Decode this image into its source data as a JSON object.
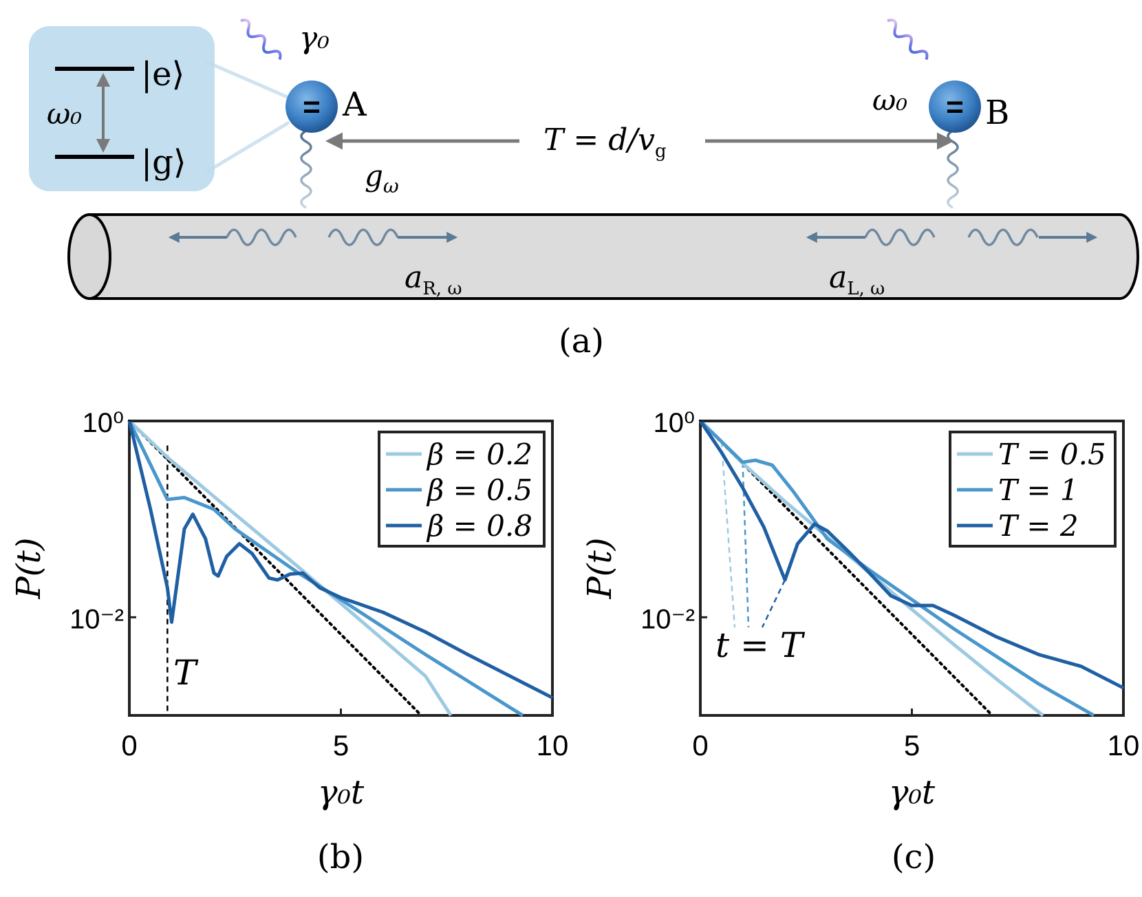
{
  "panel_a": {
    "label": "(a)",
    "level_top": "|e⟩",
    "level_bottom": "|g⟩",
    "level_gap": "ω₀",
    "decay_label": "γ₀",
    "atom_a": "A",
    "atom_b": "B",
    "atom_b_freq": "ω₀",
    "delay_label": "T = d/v",
    "delay_sub": "g",
    "coupling_label": "g",
    "coupling_sub": "ω",
    "mode_right": "a",
    "mode_right_sub": "R, ω",
    "mode_left": "a",
    "mode_left_sub": "L, ω",
    "atom_symbol": "=",
    "colors": {
      "box": "#bcdaec",
      "tube": "#dcdcdc",
      "atom": "#3b7fc4",
      "arrow": "#7a7a7a",
      "wave": "#5a7a96",
      "emit": "#6a6ae0"
    }
  },
  "panel_b": {
    "label": "(b)",
    "annotation": "T"
  },
  "panel_c": {
    "label": "(c)",
    "annotation": "t = T"
  },
  "chart_data": [
    {
      "type": "line",
      "panel": "b",
      "xlabel": "γ₀t",
      "ylabel": "P(t)",
      "xlim": [
        0,
        10
      ],
      "ylim_log10": [
        -3,
        0
      ],
      "y_scale": "log",
      "xticks": [
        "0",
        "5",
        "10"
      ],
      "yticks": [
        "10⁰",
        "10⁻²"
      ],
      "legend_position": "top-right",
      "reference": {
        "style": "black dotted",
        "x": [
          0,
          6.9
        ],
        "y_log10": [
          0,
          -3.0
        ]
      },
      "marker_line": {
        "style": "black dashed",
        "x": 0.9
      },
      "series": [
        {
          "name": "β = 0.2",
          "color": "#9ecae1",
          "x": [
            0,
            0.9,
            2,
            3,
            4,
            5,
            6,
            7,
            7.6
          ],
          "y_log10": [
            0,
            -0.37,
            -0.77,
            -1.13,
            -1.49,
            -1.86,
            -2.23,
            -2.6,
            -3.0
          ]
        },
        {
          "name": "β = 0.5",
          "color": "#4a97cc",
          "x": [
            0,
            0.9,
            1.3,
            2,
            2.5,
            3,
            4,
            5,
            6,
            7,
            8,
            9,
            9.3
          ],
          "y_log10": [
            0,
            -0.8,
            -0.78,
            -0.9,
            -1.1,
            -1.25,
            -1.55,
            -1.82,
            -2.1,
            -2.38,
            -2.65,
            -2.92,
            -3.0
          ]
        },
        {
          "name": "β = 0.8",
          "color": "#1f5fa3",
          "x": [
            0,
            0.5,
            0.9,
            1.0,
            1.3,
            1.5,
            1.8,
            2.0,
            2.1,
            2.3,
            2.6,
            2.9,
            3.3,
            3.5,
            3.8,
            4.1,
            4.5,
            5,
            6,
            7,
            8,
            9,
            10
          ],
          "y_log10": [
            0,
            -0.9,
            -1.7,
            -2.05,
            -1.1,
            -0.95,
            -1.2,
            -1.55,
            -1.58,
            -1.38,
            -1.25,
            -1.35,
            -1.6,
            -1.62,
            -1.56,
            -1.55,
            -1.7,
            -1.8,
            -1.95,
            -2.15,
            -2.38,
            -2.6,
            -2.82
          ]
        }
      ]
    },
    {
      "type": "line",
      "panel": "c",
      "xlabel": "γ₀t",
      "ylabel": "P(t)",
      "xlim": [
        0,
        10
      ],
      "ylim_log10": [
        -3,
        0
      ],
      "y_scale": "log",
      "xticks": [
        "0",
        "5",
        "10"
      ],
      "yticks": [
        "10⁰",
        "10⁻²"
      ],
      "legend_position": "top-right",
      "reference": {
        "style": "black dotted",
        "x": [
          0,
          6.9
        ],
        "y_log10": [
          0,
          -3.0
        ]
      },
      "series": [
        {
          "name": "T = 0.5",
          "color": "#9ecae1",
          "x": [
            0,
            0.5,
            1,
            2,
            3,
            4,
            5,
            6,
            7,
            8.1
          ],
          "y_log10": [
            0,
            -0.21,
            -0.43,
            -0.82,
            -1.18,
            -1.55,
            -1.92,
            -2.28,
            -2.63,
            -3.0
          ]
        },
        {
          "name": "T = 1",
          "color": "#4a97cc",
          "x": [
            0,
            1,
            1.3,
            1.7,
            2.2,
            3,
            4,
            5,
            6,
            7,
            8,
            9.3
          ],
          "y_log10": [
            0,
            -0.42,
            -0.4,
            -0.45,
            -0.72,
            -1.2,
            -1.52,
            -1.82,
            -2.12,
            -2.4,
            -2.68,
            -3.0
          ]
        },
        {
          "name": "T = 2",
          "color": "#1f5fa3",
          "x": [
            0,
            0.5,
            1,
            1.5,
            2.0,
            2.3,
            2.7,
            3.0,
            3.5,
            4,
            4.5,
            5,
            5.5,
            6,
            7,
            8,
            9,
            10
          ],
          "y_log10": [
            0,
            -0.32,
            -0.68,
            -1.08,
            -1.62,
            -1.25,
            -1.05,
            -1.12,
            -1.33,
            -1.55,
            -1.78,
            -1.88,
            -1.88,
            -1.98,
            -2.2,
            -2.38,
            -2.5,
            -2.72
          ]
        }
      ]
    }
  ]
}
